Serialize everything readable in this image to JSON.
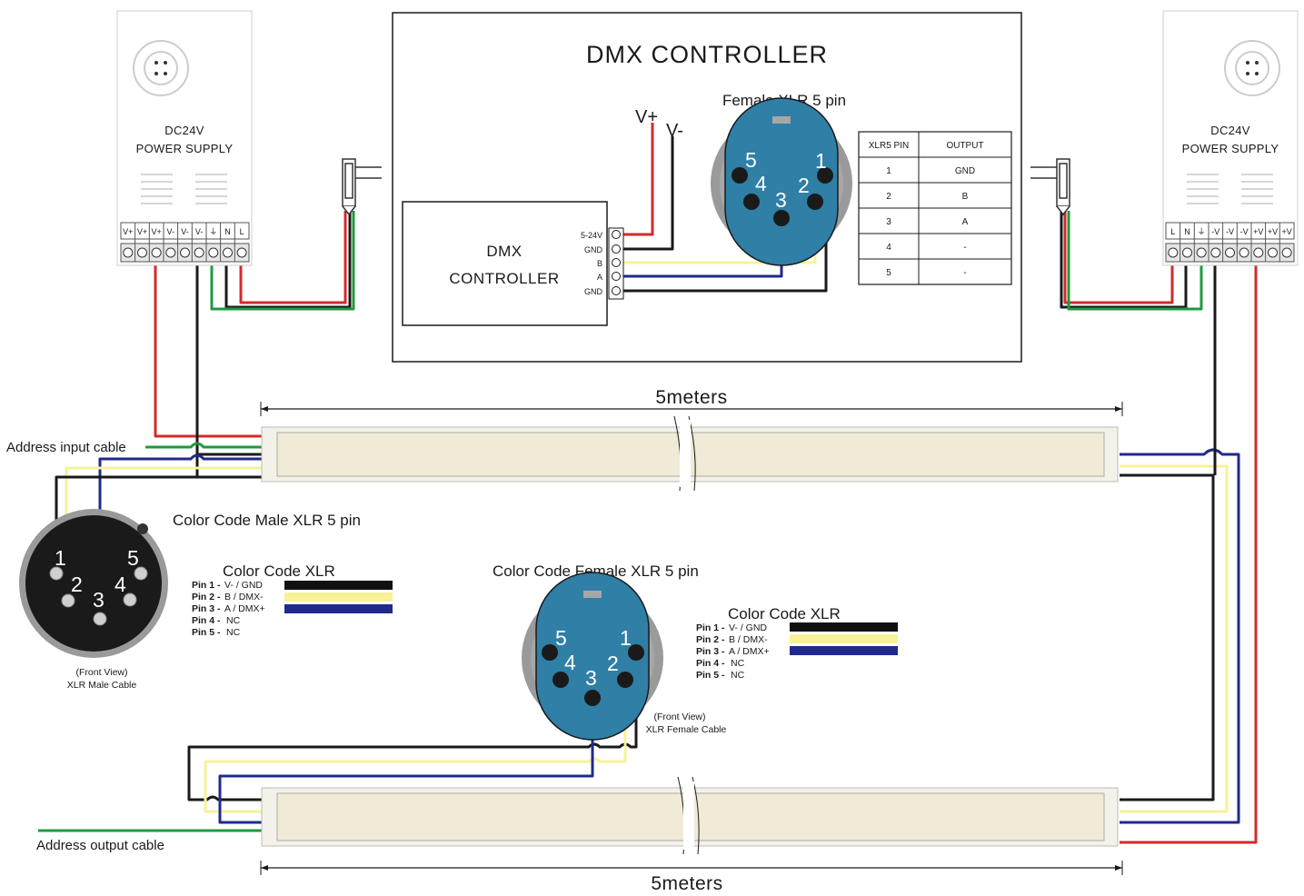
{
  "title": "DMX CONTROLLER",
  "controller": {
    "label_line1": "DMX",
    "label_line2": "CONTROLLER",
    "terminals": [
      "5-24V",
      "GND",
      "B",
      "A",
      "GND"
    ]
  },
  "vplus": "V+",
  "vminus": "V-",
  "female_xlr_top": {
    "title": "Female XLR 5 pin",
    "pins": [
      "1",
      "2",
      "3",
      "4",
      "5"
    ]
  },
  "pin_table": {
    "headers": [
      "XLR5 PIN",
      "OUTPUT"
    ],
    "rows": [
      [
        "1",
        "GND"
      ],
      [
        "2",
        "B"
      ],
      [
        "3",
        "A"
      ],
      [
        "4",
        "-"
      ],
      [
        "5",
        "-"
      ]
    ]
  },
  "psu_left": {
    "line1": "DC24V",
    "line2": "POWER SUPPLY",
    "terminals": [
      "V+",
      "V+",
      "V+",
      "V-",
      "V-",
      "V-",
      "⏚",
      "N",
      "L"
    ]
  },
  "psu_right": {
    "line1": "DC24V",
    "line2": "POWER SUPPLY",
    "terminals": [
      "L",
      "N",
      "⏚",
      "-V",
      "-V",
      "-V",
      "+V",
      "+V",
      "+V"
    ]
  },
  "strip_top_length": "5meters",
  "strip_bottom_length": "5meters",
  "address_input": "Address input cable",
  "address_output": "Address output cable",
  "male_xlr": {
    "title": "Color Code Male XLR 5 pin",
    "view": "(Front View)",
    "cable": "XLR Male Cable",
    "pins": [
      "1",
      "2",
      "3",
      "4",
      "5"
    ]
  },
  "female_xlr_bottom": {
    "title": "Color Code Female XLR 5 pin",
    "view": "(Front View)",
    "cable": "XLR Female Cable",
    "pins": [
      "1",
      "2",
      "3",
      "4",
      "5"
    ]
  },
  "color_code_left": {
    "title": "Color Code XLR",
    "pins": [
      {
        "pin": "Pin 1 -",
        "desc": "V- / GND",
        "color": "#111111"
      },
      {
        "pin": "Pin 2 -",
        "desc": "B / DMX-",
        "color": "#f7f29a"
      },
      {
        "pin": "Pin 3 -",
        "desc": "A / DMX+",
        "color": "#1f2a8c"
      },
      {
        "pin": "Pin 4 -",
        "desc": "NC"
      },
      {
        "pin": "Pin 5 -",
        "desc": "NC"
      }
    ]
  },
  "color_code_right": {
    "title": "Color Code XLR",
    "pins": [
      {
        "pin": "Pin 1 -",
        "desc": "V- / GND",
        "color": "#111111"
      },
      {
        "pin": "Pin 2 -",
        "desc": "B / DMX-",
        "color": "#f7f29a"
      },
      {
        "pin": "Pin 3 -",
        "desc": "A / DMX+",
        "color": "#1f2a8c"
      },
      {
        "pin": "Pin 4 -",
        "desc": "NC"
      },
      {
        "pin": "Pin 5 -",
        "desc": "NC"
      }
    ]
  },
  "colors": {
    "red": "#d42a2a",
    "black": "#1a1a1a",
    "green": "#1f9a3c",
    "yellow": "#f7f29a",
    "blue": "#1f2a8c",
    "xlr_blue": "#2f7fa6",
    "xlr_gray": "#9a9a9a"
  }
}
